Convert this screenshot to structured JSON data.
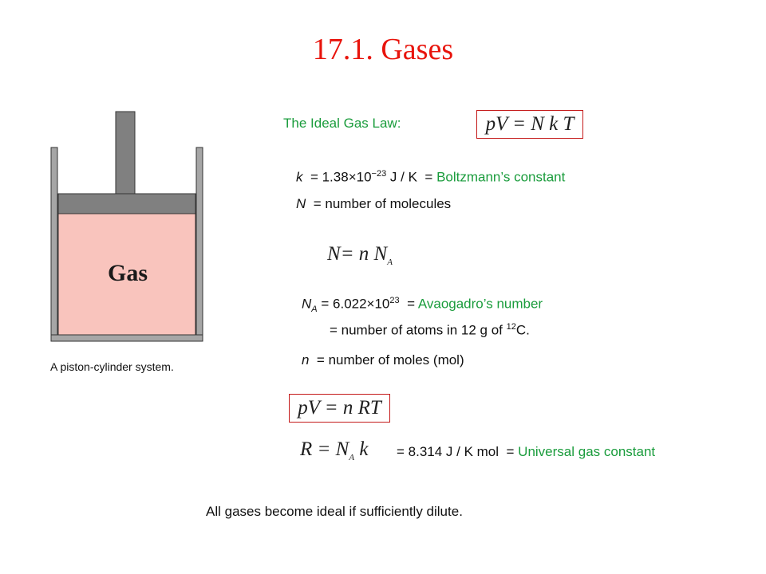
{
  "title": "17.1. Gases",
  "figure": {
    "gas_label": "Gas",
    "caption": "A piston-cylinder system."
  },
  "ideal_gas_law": {
    "label": "The Ideal Gas Law:",
    "equation": "pV = N k T"
  },
  "boltzmann": {
    "symbol": "k",
    "value": "= 1.38×10",
    "exponent": "−23",
    "unit": " J / K",
    "eq_sign": "=",
    "name": "Boltzmann’s constant"
  },
  "N_def": {
    "symbol": "N",
    "text": "= number of molecules"
  },
  "N_eq": {
    "lhs": "N",
    "rhs": "= n N",
    "sub": "A"
  },
  "avogadro": {
    "symbol": "N",
    "sub": "A",
    "value": "= 6.022×10",
    "exponent": "23",
    "eq_sign": "=",
    "name": "Avaogadro’s number",
    "line2_pre": "= number of atoms in 12 g of ",
    "line2_sup": "12",
    "line2_post": "C."
  },
  "n_def": {
    "symbol": "n",
    "text": "= number of moles (mol)"
  },
  "pv_nrt": {
    "equation": "pV = n RT"
  },
  "R_eq": {
    "lhs": "R = N",
    "sub": "A",
    "rhs": " k"
  },
  "R_def": {
    "text": "= 8.314 J / K mol",
    "eq_sign": "=",
    "name": "Universal gas constant"
  },
  "footer": "All gases become ideal if sufficiently dilute.",
  "colors": {
    "title": "#e8140c",
    "green": "#1a9c3c",
    "gas": "#f9c4bd",
    "piston": "#808080",
    "box": "#c41a1a"
  }
}
